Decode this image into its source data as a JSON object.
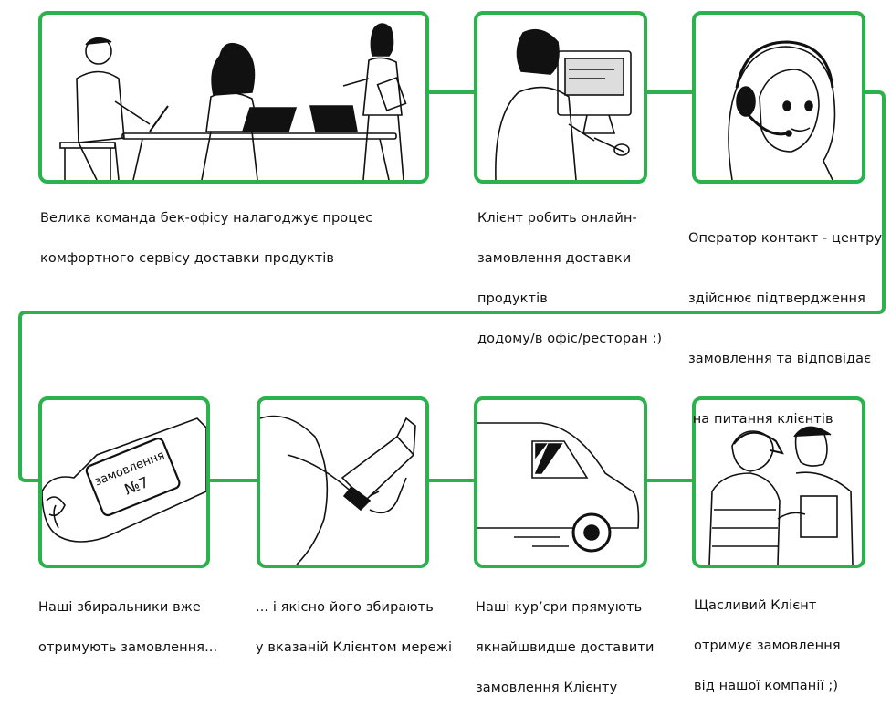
{
  "colors": {
    "accent": "#2bb24c",
    "ink": "#111111",
    "background": "#ffffff"
  },
  "steps": [
    {
      "lines": [
        "Велика команда бек-офісу налагоджує процес",
        "комфортного сервісу доставки продуктів"
      ],
      "icon": "office-team-illustration"
    },
    {
      "lines": [
        "Клієнт робить онлайн-",
        "замовлення доставки",
        "продуктів",
        "додому/в офіс/ресторан :)"
      ],
      "icon": "client-computer-illustration"
    },
    {
      "lines": [
        "Оператор контакт - центру",
        "здійснює підтвердження",
        "замовлення та відповідає",
        " на питання клієнтів"
      ],
      "icon": "call-center-operator-illustration"
    },
    {
      "lines": [
        "Наші збиральники вже",
        "отримують замовлення..."
      ],
      "icon": "order-armband-illustration"
    },
    {
      "lines": [
        "... і якісно його збирають",
        "у вказаній Клієнтом мережі"
      ],
      "icon": "picker-product-illustration"
    },
    {
      "lines": [
        "Наші кур’єри прямують",
        "якнайшвидше доставити",
        "замовлення Клієнту"
      ],
      "icon": "delivery-van-illustration"
    },
    {
      "lines": [
        "Щасливий Клієнт",
        "отримує замовлення",
        "від нашої компанії ;)"
      ],
      "icon": "happy-client-illustration"
    }
  ],
  "armband": {
    "line1": "замовлення",
    "line2": "№7"
  }
}
